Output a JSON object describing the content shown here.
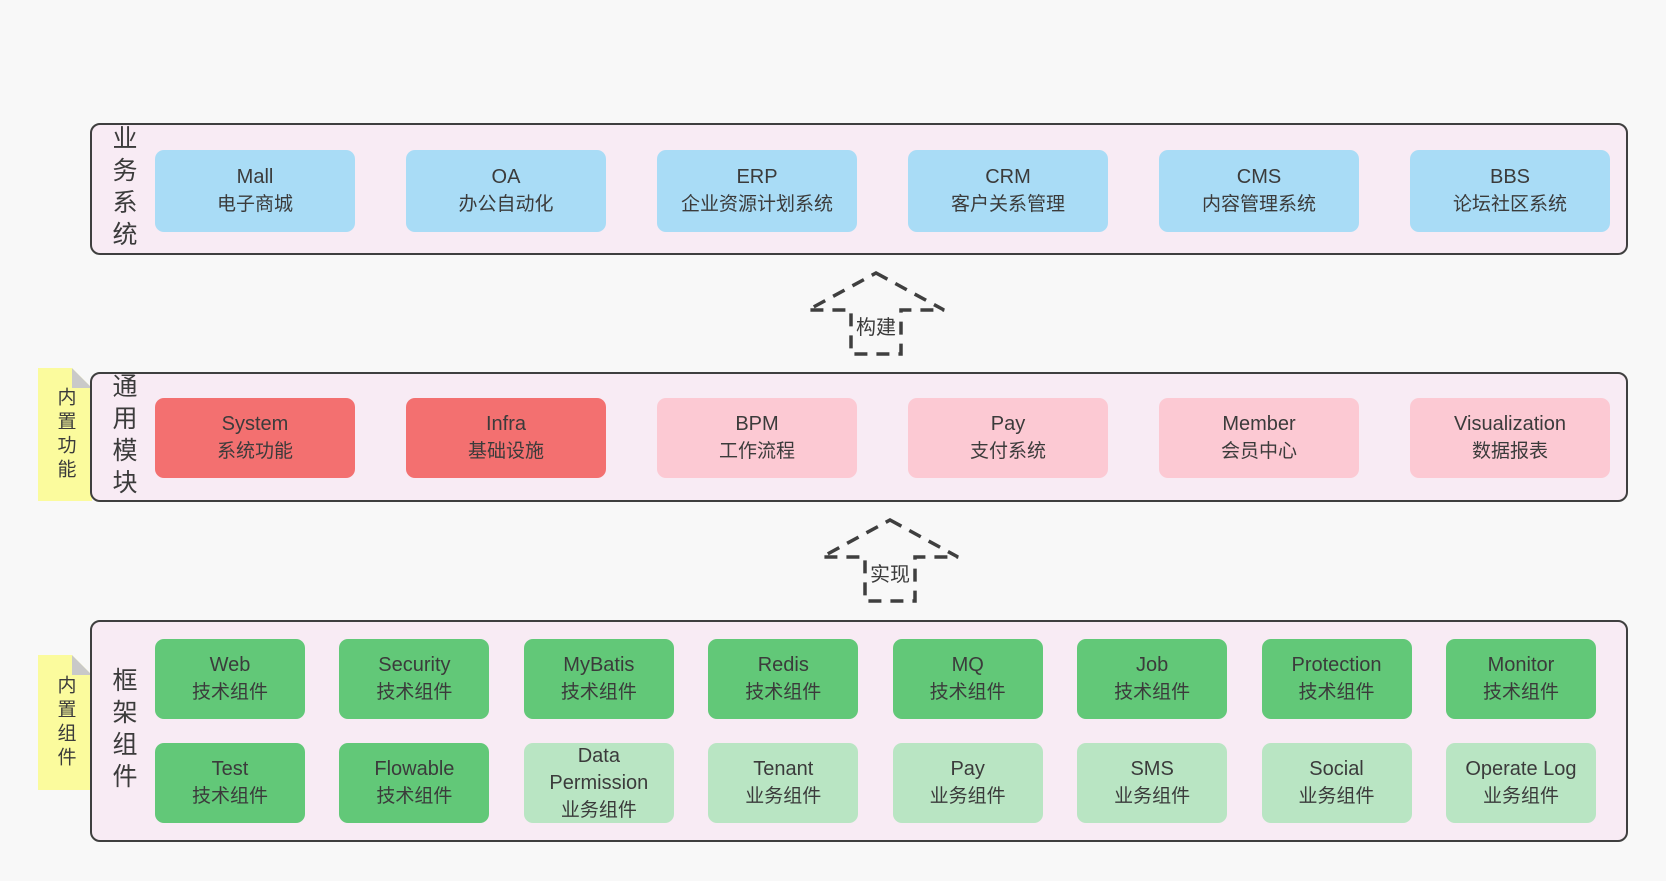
{
  "colors": {
    "bg": "#f8f8f8",
    "band-fill": "#f8ebf4",
    "band-border": "#3f3f3f",
    "blue": "#a9dcf6",
    "red": "#f37070",
    "pink": "#fcc9d3",
    "green": "#62c878",
    "green-light": "#b9e5c3",
    "yellow": "#fbfb9d",
    "fold": "#c9c9c9",
    "text": "#3b3b3b"
  },
  "arrows": {
    "build": "构建",
    "implement": "实现"
  },
  "business": {
    "label": "业务系统",
    "items": [
      {
        "name": "Mall",
        "desc": "电子商城"
      },
      {
        "name": "OA",
        "desc": "办公自动化"
      },
      {
        "name": "ERP",
        "desc": "企业资源计划系统"
      },
      {
        "name": "CRM",
        "desc": "客户关系管理"
      },
      {
        "name": "CMS",
        "desc": "内容管理系统"
      },
      {
        "name": "BBS",
        "desc": "论坛社区系统"
      }
    ]
  },
  "modules": {
    "label": "通用模块",
    "note": "内置功能",
    "items": [
      {
        "name": "System",
        "desc": "系统功能"
      },
      {
        "name": "Infra",
        "desc": "基础设施"
      },
      {
        "name": "BPM",
        "desc": "工作流程"
      },
      {
        "name": "Pay",
        "desc": "支付系统"
      },
      {
        "name": "Member",
        "desc": "会员中心"
      },
      {
        "name": "Visualization",
        "desc": "数据报表"
      }
    ]
  },
  "components": {
    "label": "框架组件",
    "note": "内置组件",
    "row1": [
      {
        "name": "Web",
        "desc": "技术组件"
      },
      {
        "name": "Security",
        "desc": "技术组件"
      },
      {
        "name": "MyBatis",
        "desc": "技术组件"
      },
      {
        "name": "Redis",
        "desc": "技术组件"
      },
      {
        "name": "MQ",
        "desc": "技术组件"
      },
      {
        "name": "Job",
        "desc": "技术组件"
      },
      {
        "name": "Protection",
        "desc": "技术组件"
      },
      {
        "name": "Monitor",
        "desc": "技术组件"
      }
    ],
    "row2": [
      {
        "name": "Test",
        "desc": "技术组件"
      },
      {
        "name": "Flowable",
        "desc": "技术组件"
      },
      {
        "name": "Data Permission",
        "desc": "业务组件"
      },
      {
        "name": "Tenant",
        "desc": "业务组件"
      },
      {
        "name": "Pay",
        "desc": "业务组件"
      },
      {
        "name": "SMS",
        "desc": "业务组件"
      },
      {
        "name": "Social",
        "desc": "业务组件"
      },
      {
        "name": "Operate Log",
        "desc": "业务组件"
      }
    ]
  }
}
